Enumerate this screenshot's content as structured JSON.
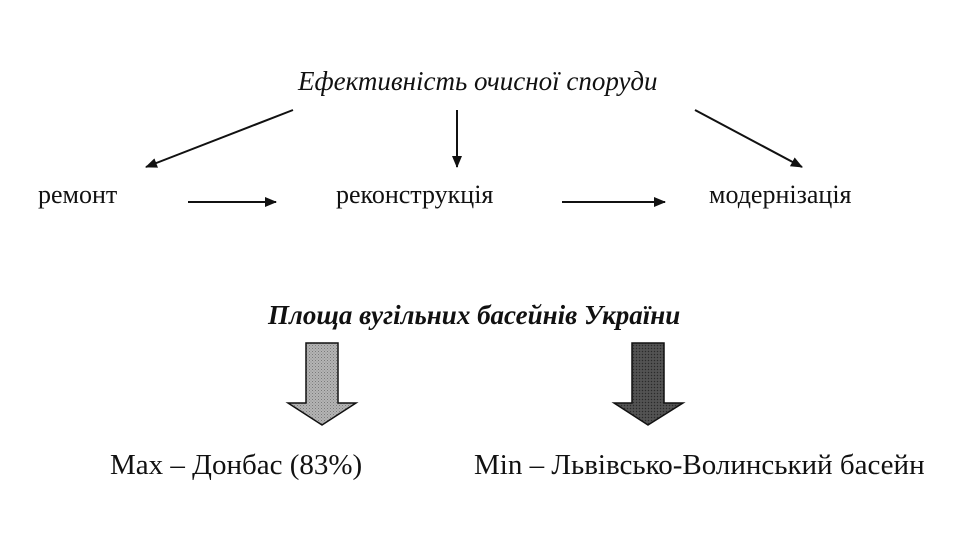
{
  "diagram1": {
    "title": "Ефективність очисної споруди",
    "nodes": [
      "ремонт",
      "реконструкція",
      "модернізація"
    ]
  },
  "diagram2": {
    "title": "Площа вугільних басейнів України",
    "results": [
      "Max –  Донбас (83%)",
      "Min – Львівсько-Волинський басейн"
    ]
  },
  "colors": {
    "text": "#111111",
    "arrow_left_fill": "#a8a8a8",
    "arrow_right_fill": "#555555"
  }
}
